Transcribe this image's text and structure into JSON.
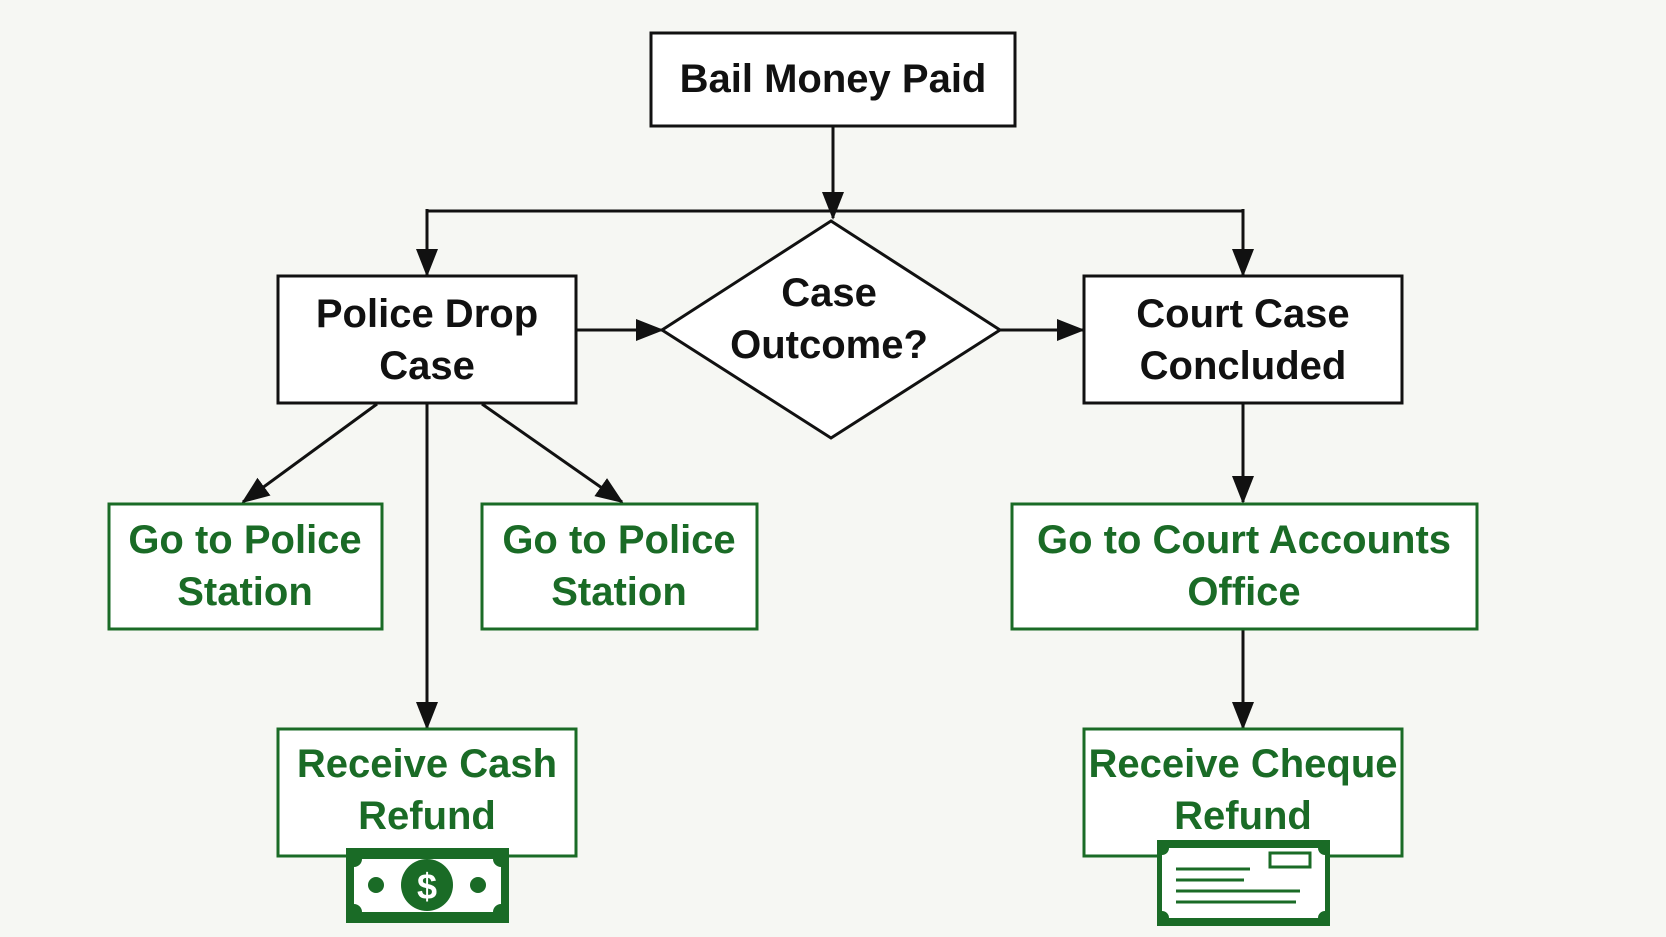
{
  "colors": {
    "background": "#f6f7f3",
    "black": "#111111",
    "green": "#1a6b26",
    "box_fill": "#ffffff"
  },
  "nodes": {
    "bail_paid": {
      "label": "Bail Money Paid"
    },
    "decision": {
      "line1": "Case",
      "line2": "Outcome?"
    },
    "police_drop": {
      "line1": "Police Drop",
      "line2": "Case"
    },
    "court_concluded": {
      "line1": "Court Case",
      "line2": "Concluded"
    },
    "police_station_1": {
      "line1": "Go to Police",
      "line2": "Station"
    },
    "police_station_2": {
      "line1": "Go to Police",
      "line2": "Station"
    },
    "court_accounts": {
      "line1": "Go to Court Accounts",
      "line2": "Office"
    },
    "cash_refund": {
      "line1": "Receive Cash",
      "line2": "Refund"
    },
    "cheque_refund": {
      "line1": "Receive Cheque",
      "line2": "Refund"
    }
  },
  "icons": {
    "cash": {
      "name": "dollar-bill-icon",
      "glyph": "$"
    },
    "cheque": {
      "name": "cheque-icon"
    }
  }
}
